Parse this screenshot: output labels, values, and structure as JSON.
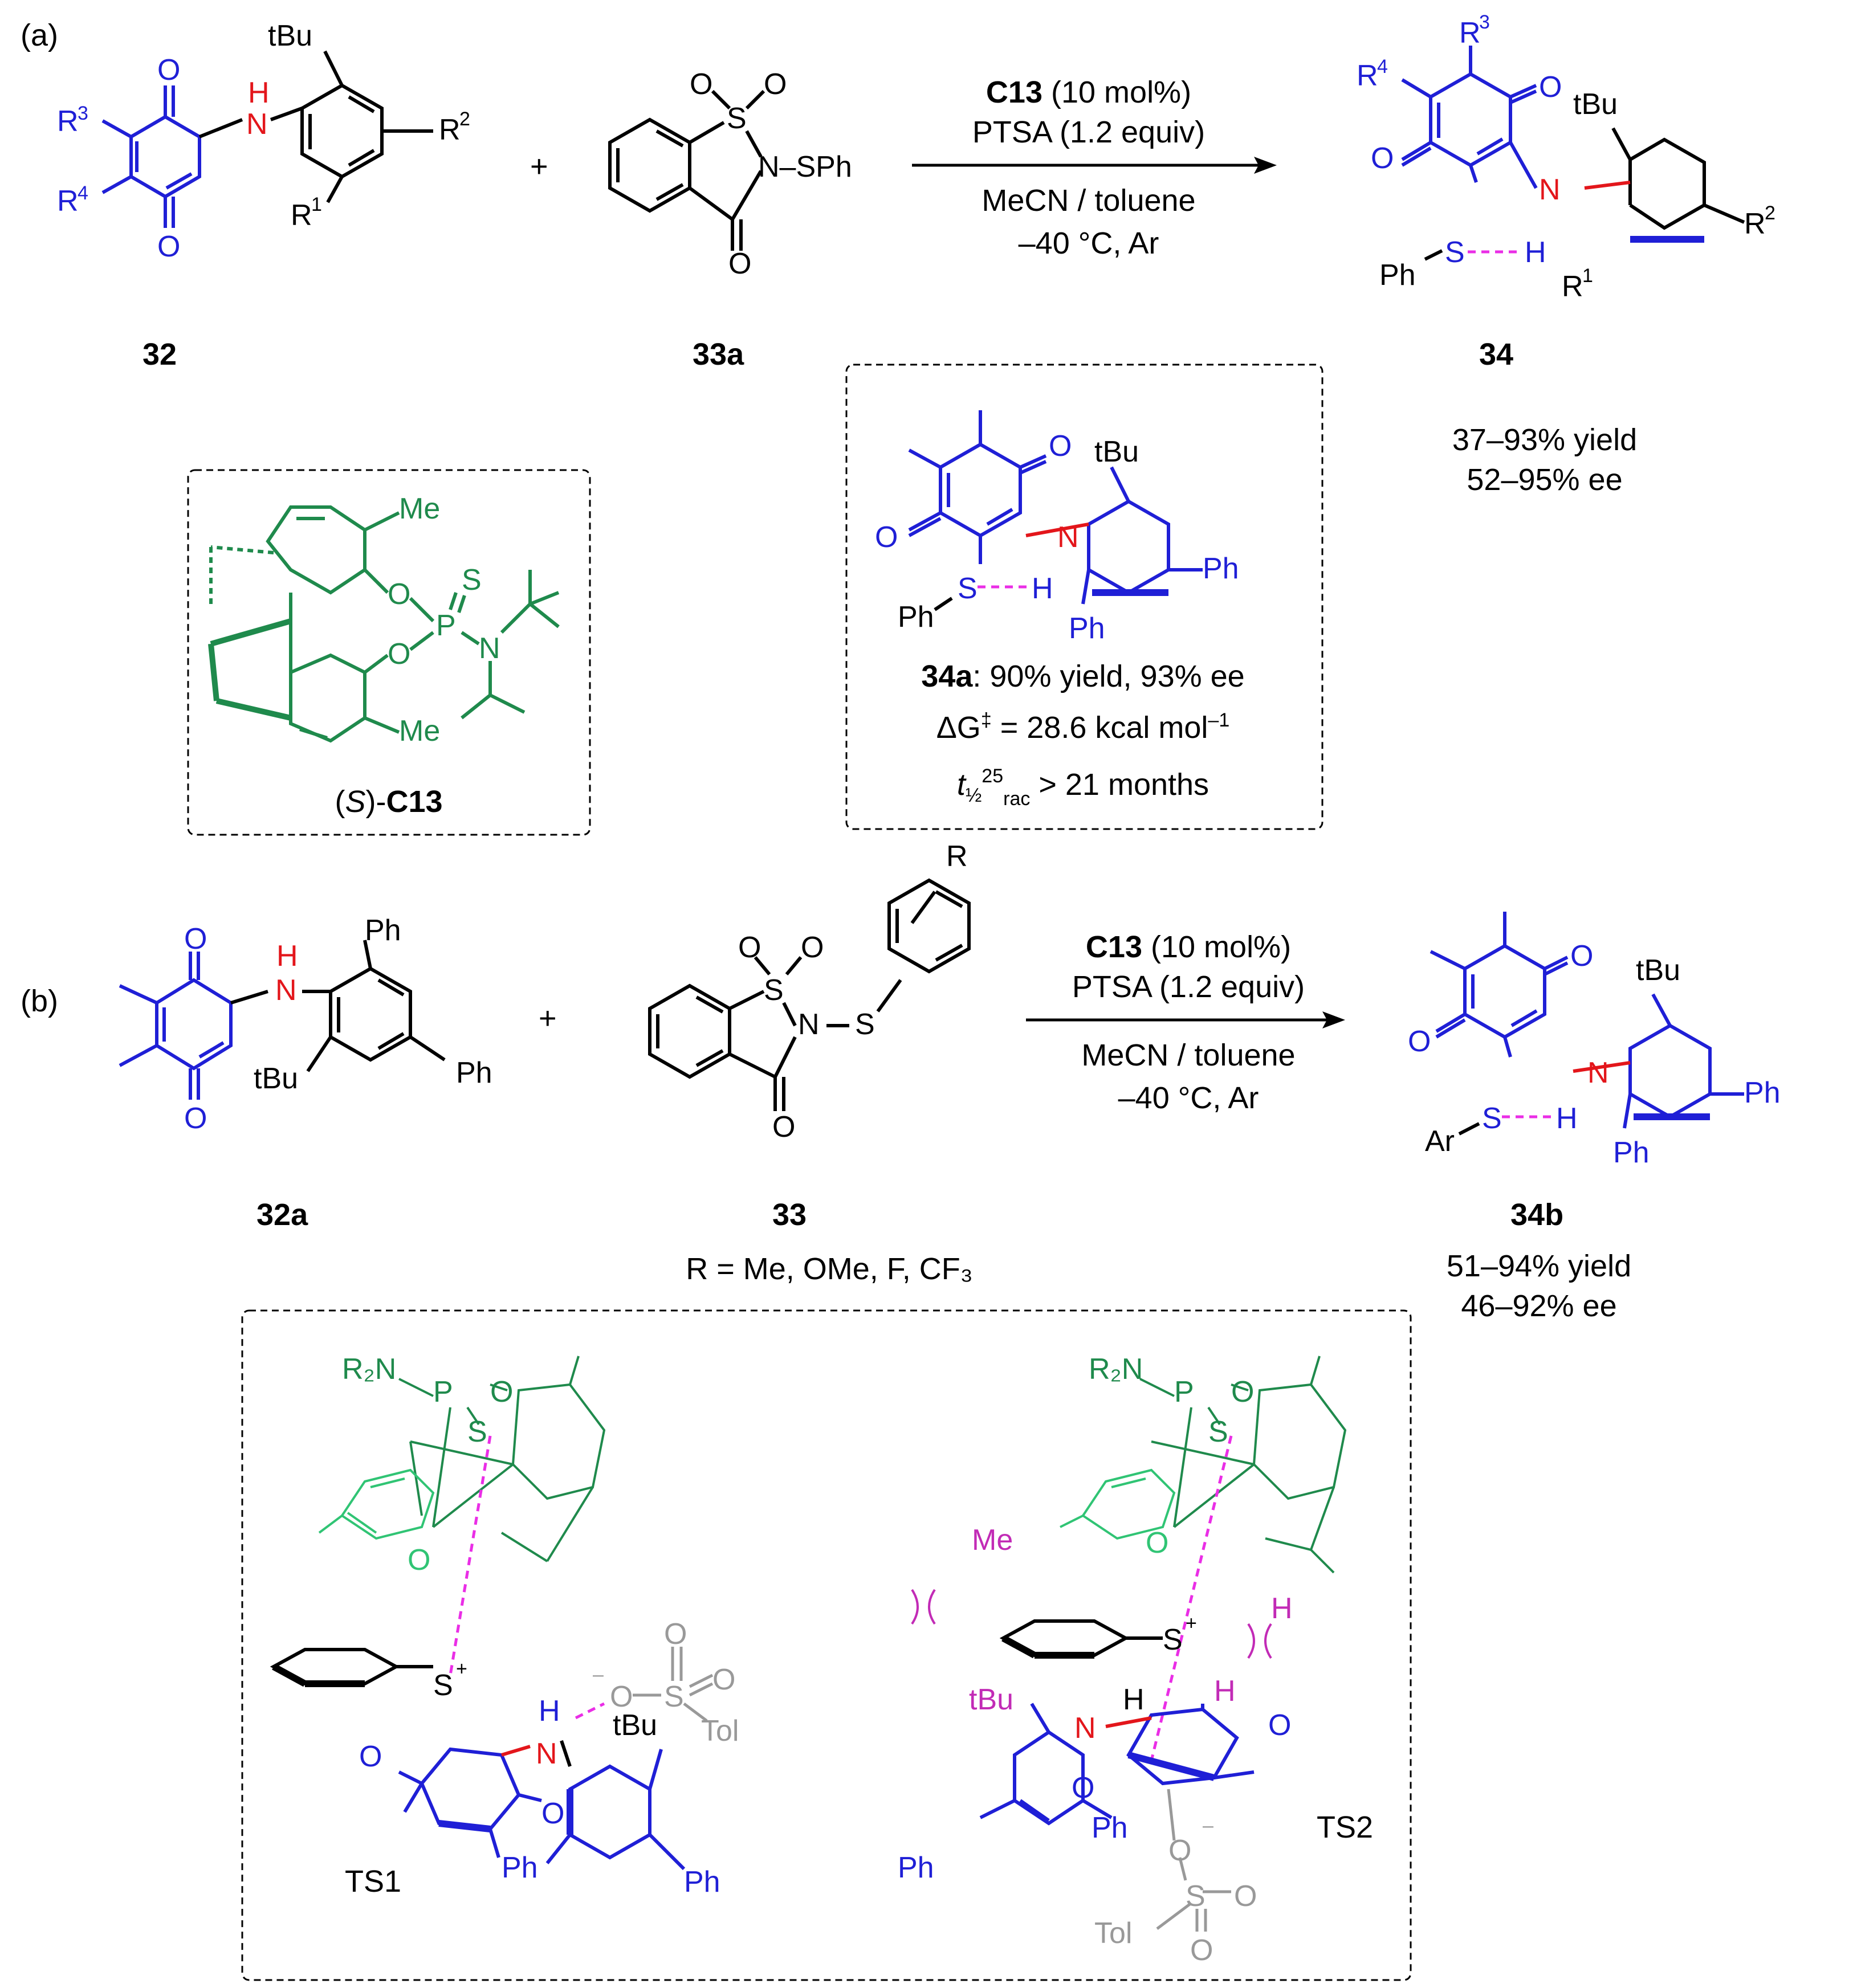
{
  "colors": {
    "quinone": "#1f1fd6",
    "nh": "#e3161b",
    "catalyst": "#1f8a4c",
    "catalyst_light": "#30c474",
    "hbond": "#ea2ee6",
    "gray": "#999999",
    "steric": "#c22bb6",
    "black": "#000000"
  },
  "panel_a": {
    "label": "(a)",
    "reactant1": "32",
    "reactant2": "33a",
    "product": "34",
    "plus": "+",
    "conditions": {
      "catalyst": "C13",
      "catalyst_loading": "(10 mol%)",
      "additive": "PTSA (1.2 equiv)",
      "solvent": "MeCN / toluene",
      "temp": "–40 °C, Ar"
    },
    "results": {
      "yield": "37–93% yield",
      "ee": "52–95% ee"
    },
    "catalyst_box": {
      "label_prefix": "(",
      "label_s": "S",
      "label_suffix": ")-",
      "label_bold": "C13"
    },
    "example_box": {
      "compound": "34a",
      "result": ": 90% yield, 93% ee",
      "barrier_prefix": "ΔG",
      "barrier_sup": "‡",
      "barrier_value": " = 28.6 kcal mol",
      "barrier_unit_sup": "–1",
      "halflife_t": "t",
      "halflife_sub": "½",
      "halflife_sup": "25",
      "halflife_rac": "rac",
      "halflife_value": " > 21 months"
    }
  },
  "panel_b": {
    "label": "(b)",
    "reactant1": "32a",
    "reactant2": "33",
    "product": "34b",
    "plus": "+",
    "r_definition": "R = Me, OMe, F, CF₃",
    "conditions": {
      "catalyst": "C13",
      "catalyst_loading": "(10 mol%)",
      "additive": "PTSA (1.2 equiv)",
      "solvent": "MeCN / toluene",
      "temp": "–40 °C, Ar"
    },
    "results": {
      "yield": "51–94% yield",
      "ee": "46–92% ee"
    }
  },
  "transition_states": {
    "ts1": "TS1",
    "ts2": "TS2"
  },
  "atoms": {
    "O": "O",
    "N": "N",
    "H": "H",
    "S": "S",
    "P": "P",
    "tBu": "tBu",
    "Ph": "Ph",
    "Me": "Me",
    "R": "R",
    "R1": "R",
    "R2": "R",
    "R3": "R",
    "R4": "R",
    "SPh": "N–SPh",
    "NSPh_S": "SPh",
    "R2N": "R₂N",
    "Tol": "Tol",
    "Ar": "Ar",
    "plus": "+",
    "minus": "–",
    "sup1": "1",
    "sup2": "2",
    "sup3": "3",
    "sup4": "4"
  }
}
